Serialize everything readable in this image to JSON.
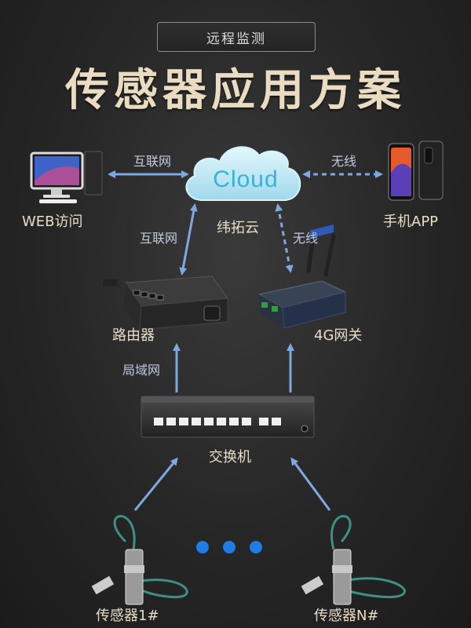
{
  "header": {
    "subtitle": "远程监测",
    "title": "传感器应用方案"
  },
  "nodes": {
    "web": "WEB访问",
    "cloud_logo": "Cloud",
    "cloud_name": "纬拓云",
    "mobile": "手机APP",
    "router": "路由器",
    "gateway": "4G网关",
    "switch": "交换机",
    "sensor_first": "传感器1#",
    "sensor_last": "传感器N#"
  },
  "connections": {
    "web_cloud": "互联网",
    "cloud_mobile": "无线",
    "cloud_router": "互联网",
    "cloud_gateway": "无线",
    "switch_router": "局域网"
  },
  "colors": {
    "arrow": "#7fa8e0",
    "cloud": "#bfe9f6",
    "dots": "#1e7de6",
    "title": "#e9dcc1"
  }
}
